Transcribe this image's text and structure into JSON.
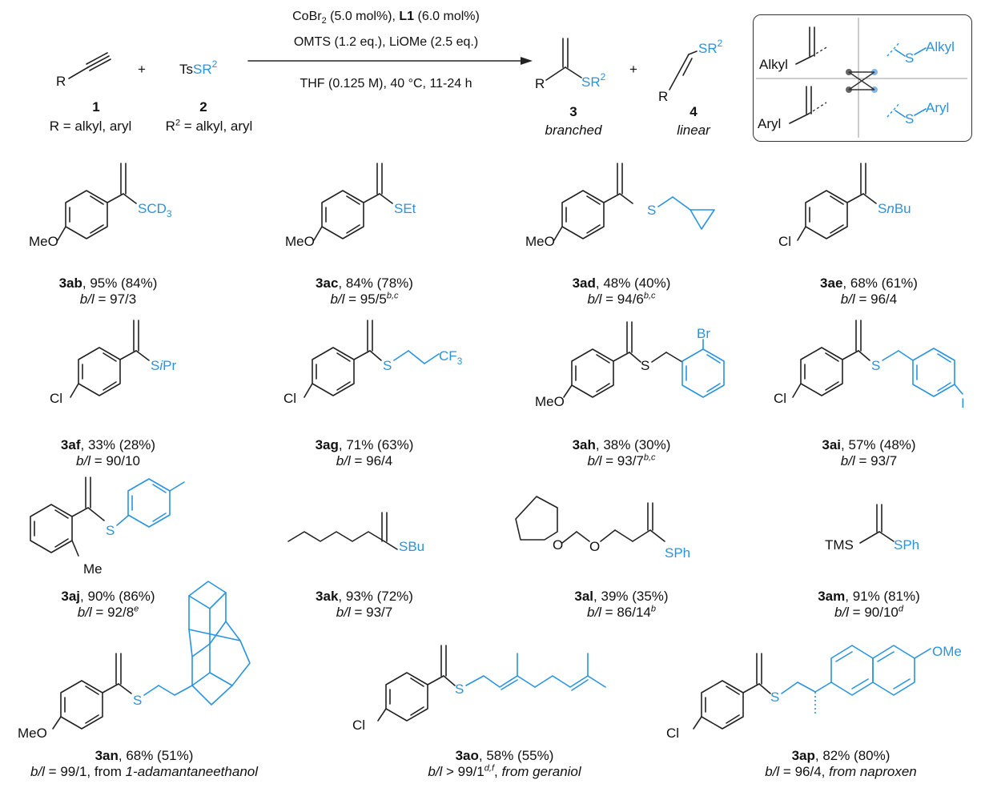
{
  "scheme": {
    "reactant1": {
      "number": "1",
      "R_label": "R",
      "scope": "R = alkyl, aryl"
    },
    "plus": "+",
    "reactant2": {
      "formula_prefix": "Ts",
      "formula_group": "SR",
      "sup": "2",
      "number": "2",
      "scope_prefix": "R",
      "scope_sup": "2",
      "scope_rest": " = alkyl, aryl"
    },
    "conditions": {
      "line1": "CoBr₂ (5.0 mol%), L1 (6.0 mol%)",
      "line2": "OMTS (1.2 eq.), LiOMe (2.5 eq.)",
      "line3": "THF (0.125 M), 40 °C, 11-24 h"
    },
    "product3": {
      "number": "3",
      "descriptor": "branched"
    },
    "product4": {
      "number": "4",
      "descriptor": "linear"
    },
    "selectivity_box": {
      "tl": "Alkyl",
      "bl": "Aryl",
      "tr": "Alkyl",
      "br": "Aryl",
      "s": "S"
    }
  },
  "compounds": [
    {
      "id": "3ab",
      "yield": "95% (84%)",
      "ratio": "97/3",
      "sup": "",
      "note": "",
      "ar": "MeO",
      "sgroup": "SCD₃"
    },
    {
      "id": "3ac",
      "yield": "84% (78%)",
      "ratio": "95/5",
      "sup": "b,c",
      "note": "",
      "ar": "MeO",
      "sgroup": "SEt"
    },
    {
      "id": "3ad",
      "yield": "48% (40%)",
      "ratio": "94/6",
      "sup": "b,c",
      "note": "",
      "ar": "MeO",
      "sgroup": "S"
    },
    {
      "id": "3ae",
      "yield": "68% (61%)",
      "ratio": "96/4",
      "sup": "",
      "note": "",
      "ar": "Cl",
      "sgroup": "SnBu"
    },
    {
      "id": "3af",
      "yield": "33% (28%)",
      "ratio": "90/10",
      "sup": "",
      "note": "",
      "ar": "Cl",
      "sgroup": "SiPr"
    },
    {
      "id": "3ag",
      "yield": "71% (63%)",
      "ratio": "96/4",
      "sup": "",
      "note": "",
      "ar": "Cl",
      "sgroup": "S",
      "extra": "CF₃"
    },
    {
      "id": "3ah",
      "yield": "38% (30%)",
      "ratio": "93/7",
      "sup": "b,c",
      "note": "",
      "ar": "MeO",
      "sgroup": "S",
      "extra": "Br"
    },
    {
      "id": "3ai",
      "yield": "57% (48%)",
      "ratio": "93/7",
      "sup": "",
      "note": "",
      "ar": "Cl",
      "sgroup": "S",
      "extra": "I"
    },
    {
      "id": "3aj",
      "yield": "90% (86%)",
      "ratio": "92/8",
      "sup": "e",
      "note": "",
      "ar": "Me",
      "sgroup": "S"
    },
    {
      "id": "3ak",
      "yield": "93% (72%)",
      "ratio": "93/7",
      "sup": "",
      "note": "",
      "sgroup": "SBu"
    },
    {
      "id": "3al",
      "yield": "39% (35%)",
      "ratio": "86/14",
      "sup": "b",
      "note": "",
      "o1": "O",
      "o2": "O",
      "sgroup": "SPh"
    },
    {
      "id": "3am",
      "yield": "91% (81%)",
      "ratio": "90/10",
      "sup": "d",
      "note": "",
      "tms": "TMS",
      "sgroup": "SPh"
    },
    {
      "id": "3an",
      "yield": "68% (51%)",
      "ratio": "99/1",
      "sup": "",
      "note": ", from ",
      "source": "1-adamantaneethanol",
      "ar": "MeO",
      "sgroup": "S"
    },
    {
      "id": "3ao",
      "yield": "58% (55%)",
      "ratio": "> 99/1",
      "sup": "d,f",
      "note": ", ",
      "source": "from geraniol",
      "ar": "Cl",
      "sgroup": "S"
    },
    {
      "id": "3ap",
      "yield": "82% (80%)",
      "ratio": "96/4",
      "sup": "",
      "note": ", ",
      "source": "from naproxen",
      "ar": "Cl",
      "sgroup": "S",
      "extra": "OMe"
    }
  ],
  "ratio_label": "b/l = ",
  "colors": {
    "blue": "#2a93e0",
    "black": "#222222"
  }
}
